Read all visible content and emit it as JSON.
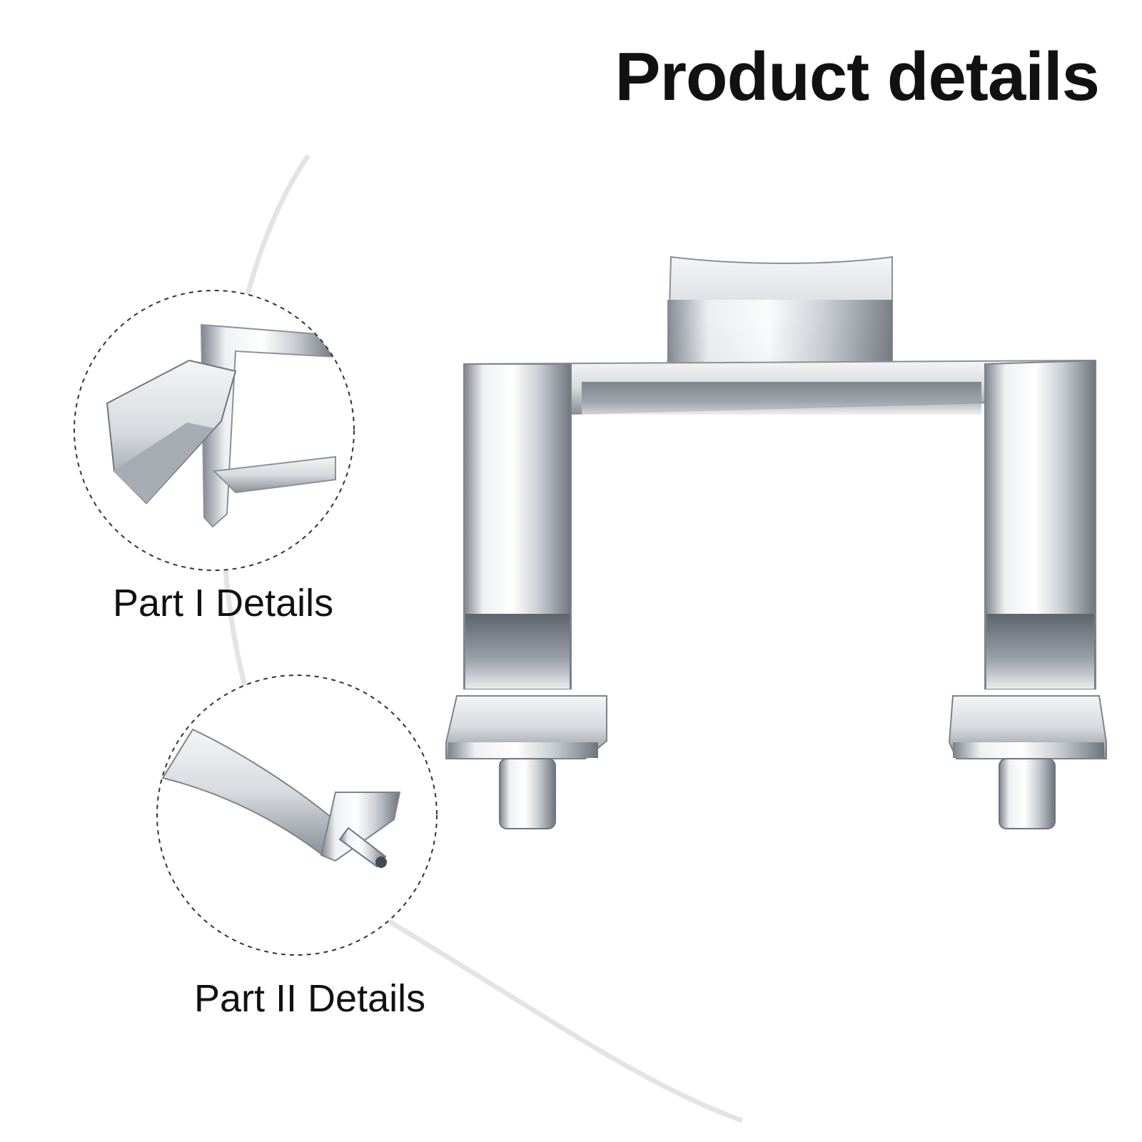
{
  "title": "Product details",
  "callouts": [
    {
      "label": "Part I Details",
      "icon": "hinge-link-closeup"
    },
    {
      "label": "Part II Details",
      "icon": "curved-end-with-pin-closeup"
    }
  ],
  "product": {
    "icon": "watch-strap-end-link",
    "material_color": "#c8ccd2"
  },
  "colors": {
    "background": "#ffffff",
    "text": "#111111",
    "arc": "#e6e6e6"
  }
}
